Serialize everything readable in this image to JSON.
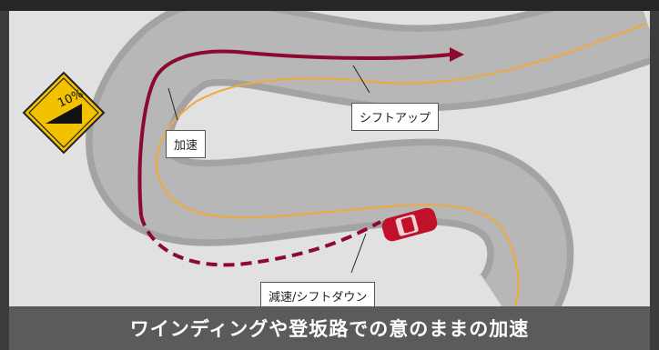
{
  "sign": {
    "grade_label": "10%",
    "color": "#f2c200"
  },
  "labels": {
    "acceleration": "加速",
    "shift_up": "シフトアップ",
    "decel_shift_down": "減速/シフトダウン"
  },
  "caption": "ワインディングや登坂路での意のままの加速",
  "colors": {
    "road": "#a3a3a3",
    "centerline": "#f2a93b",
    "route": "#8b0a2e",
    "car": "#c0102a"
  }
}
